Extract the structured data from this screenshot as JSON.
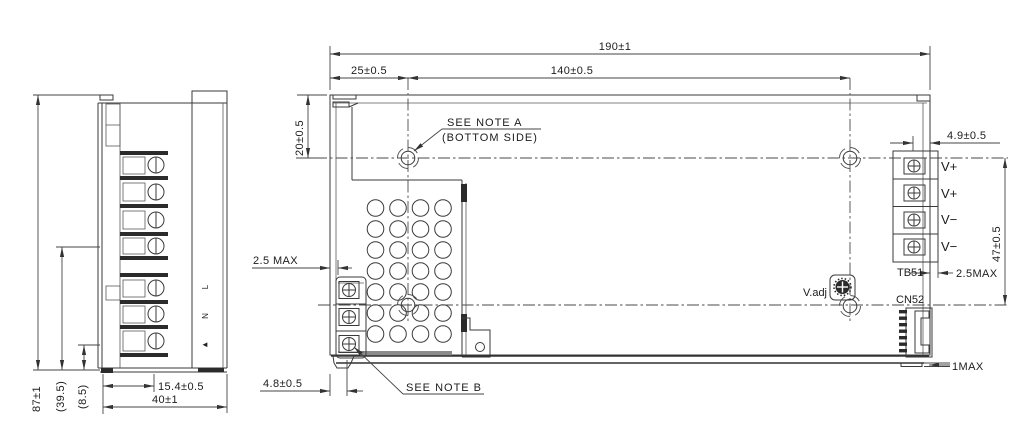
{
  "dimensions": {
    "top_overall": "190±1",
    "top_left_offset": "25±0.5",
    "top_hole_span": "140±0.5",
    "left_edge_to_hole": "20±0.5",
    "output_screw_offset": "4.9±0.5",
    "hole_vertical_span": "47±0.5",
    "tb_protrusion": "2.5MAX",
    "cn_protrusion": "1MAX",
    "input_block_protrusion": "2.5 MAX",
    "input_screw_offset": "4.8±0.5",
    "side_height": "87±1",
    "side_ref_height": "(39.5)",
    "side_ref_foot": "(8.5)",
    "side_screw_offset": "15.4±0.5",
    "side_width": "40±1"
  },
  "notes": {
    "note_a_line1": "SEE NOTE A",
    "note_a_line2": "(BOTTOM SIDE)",
    "note_b": "SEE NOTE B"
  },
  "components": {
    "output_block": "TB51",
    "connector": "CN52",
    "pot": "V.adj"
  },
  "terminals": {
    "output": [
      "V+",
      "V+",
      "V−",
      "V−"
    ],
    "input_markings": [
      "L",
      "N",
      "◄"
    ]
  }
}
